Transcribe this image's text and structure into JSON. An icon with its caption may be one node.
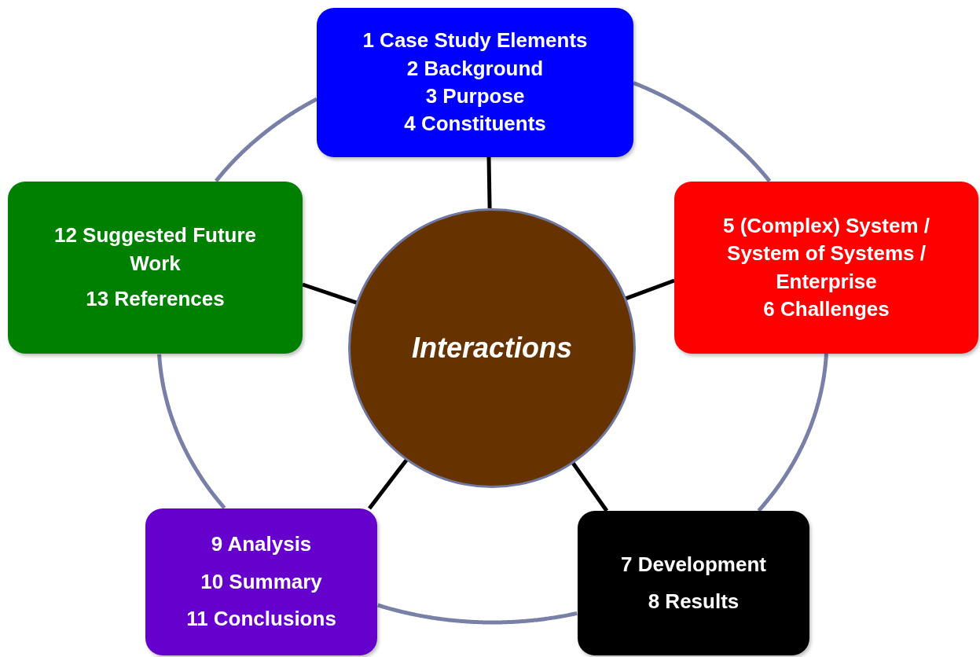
{
  "diagram": {
    "nodes": [
      {
        "text": [
          "1 Case Study Elements",
          "2 Background",
          "3 Purpose",
          "4 Constituents"
        ]
      },
      {
        "text": [
          "12 Suggested Future Work",
          "13 References"
        ]
      },
      {
        "text": [
          "5 (Complex) System / System of Systems / Enterprise",
          "6 Challenges"
        ]
      },
      {
        "text": [
          "Interactions"
        ]
      },
      {
        "text": [
          "9 Analysis",
          "10 Summary",
          "11 Conclusions"
        ]
      },
      {
        "text": [
          "7 Development",
          "8 Results"
        ]
      }
    ],
    "edges": [
      {
        "from": 3,
        "to": 0,
        "arrow": "none"
      },
      {
        "from": 3,
        "to": 2,
        "arrow": "none"
      },
      {
        "from": 3,
        "to": 5,
        "arrow": "none"
      },
      {
        "from": 3,
        "to": 4,
        "arrow": "none"
      },
      {
        "from": 3,
        "to": 1,
        "arrow": "none"
      },
      {
        "from": 0,
        "to": 2,
        "arrow": "none",
        "color": "#7880a8"
      },
      {
        "from": 2,
        "to": 5,
        "arrow": "none",
        "color": "#7880a8"
      },
      {
        "from": 5,
        "to": 4,
        "arrow": "none",
        "color": "#7880a8"
      },
      {
        "from": 4,
        "to": 1,
        "arrow": "none",
        "color": "#7880a8"
      },
      {
        "from": 1,
        "to": 0,
        "arrow": "none",
        "color": "#7880a8"
      }
    ]
  }
}
